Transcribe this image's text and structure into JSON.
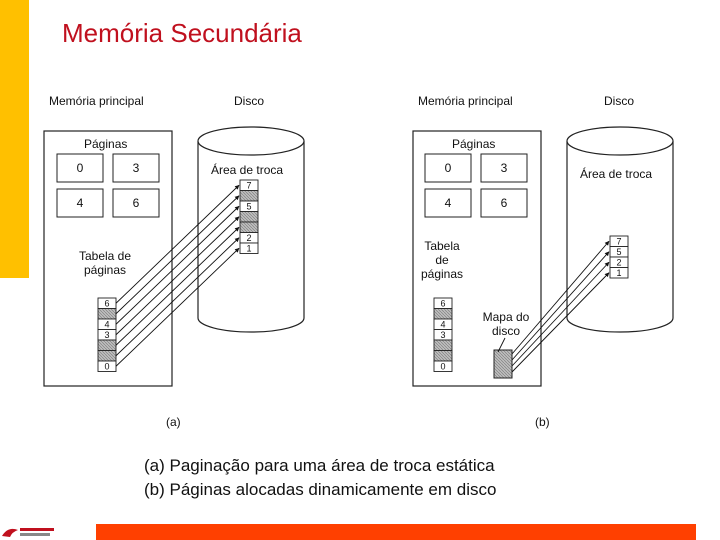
{
  "slide": {
    "title": "Memória Secundária",
    "accent_color": "#ffc000",
    "title_color": "#c0101e",
    "bottom_bar_color": "#ff4000"
  },
  "figure_a": {
    "memory_label": "Memória principal",
    "disk_label": "Disco",
    "pages_label": "Páginas",
    "page_cells": [
      "0",
      "3",
      "4",
      "6"
    ],
    "page_table_label_lines": [
      "Tabela de",
      "páginas"
    ],
    "swap_label": "Área de troca",
    "swap_entries": [
      "7",
      "",
      "5",
      "",
      "",
      "2",
      "1"
    ],
    "table_entries": [
      "6",
      "",
      "4",
      "3",
      "",
      "",
      "0"
    ],
    "panel_label": "(a)"
  },
  "figure_b": {
    "memory_label": "Memória principal",
    "disk_label": "Disco",
    "pages_label": "Páginas",
    "page_cells": [
      "0",
      "3",
      "4",
      "6"
    ],
    "page_table_label_lines": [
      "Tabela",
      "de",
      "páginas"
    ],
    "swap_label": "Área de troca",
    "swap_entries": [
      "7",
      "5",
      "2",
      "1"
    ],
    "table_entries": [
      "6",
      "",
      "4",
      "3",
      "",
      "",
      "0"
    ],
    "disk_map_label_lines": [
      "Mapa do",
      "disco"
    ],
    "panel_label": "(b)"
  },
  "caption": {
    "line1": "(a) Paginação para uma área de troca estática",
    "line2": "(b) Páginas alocadas dinamicamente em disco"
  }
}
